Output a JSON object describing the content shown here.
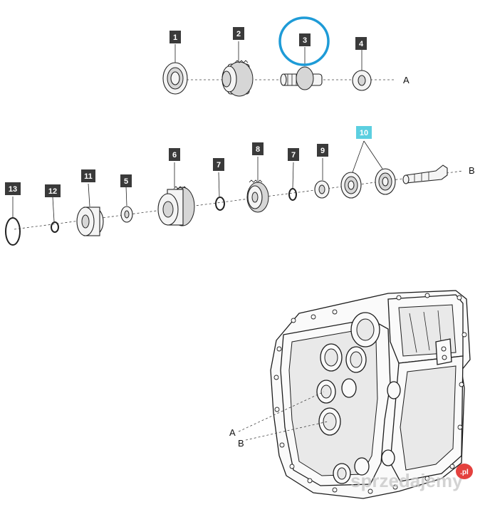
{
  "diagram": {
    "callouts": [
      {
        "id": "c1",
        "text": "1"
      },
      {
        "id": "c2",
        "text": "2"
      },
      {
        "id": "c3",
        "text": "3"
      },
      {
        "id": "c4",
        "text": "4"
      },
      {
        "id": "c5",
        "text": "5"
      },
      {
        "id": "c6",
        "text": "6"
      },
      {
        "id": "c7a",
        "text": "7"
      },
      {
        "id": "c8",
        "text": "8"
      },
      {
        "id": "c7b",
        "text": "7"
      },
      {
        "id": "c9",
        "text": "9"
      },
      {
        "id": "c10",
        "text": "10"
      },
      {
        "id": "c11",
        "text": "11"
      },
      {
        "id": "c12",
        "text": "12"
      },
      {
        "id": "c13",
        "text": "13"
      }
    ],
    "axis_labels": {
      "top_row_end": "A",
      "bottom_row_end": "B",
      "housing_a": "A",
      "housing_b": "B"
    },
    "highlight_color": "#1e9bd7",
    "highlight_callout_color": "#5ccfe0"
  },
  "watermark": {
    "text": "sprzedajemy",
    "suffix": ".pl",
    "badge_color": "#e4413e"
  }
}
